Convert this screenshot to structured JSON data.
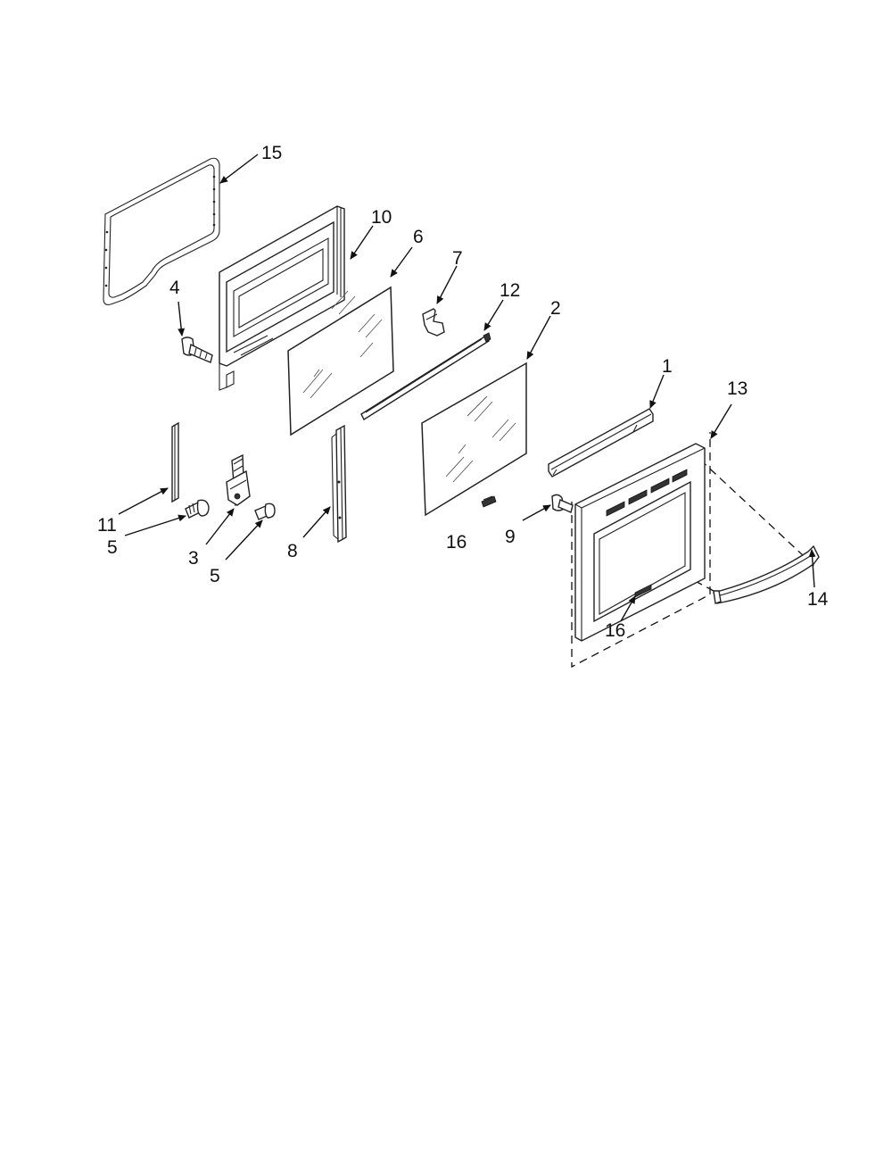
{
  "diagram": {
    "callouts": [
      {
        "id": "c15",
        "label": "15"
      },
      {
        "id": "c10",
        "label": "10"
      },
      {
        "id": "c6",
        "label": "6"
      },
      {
        "id": "c7",
        "label": "7"
      },
      {
        "id": "c12",
        "label": "12"
      },
      {
        "id": "c2",
        "label": "2"
      },
      {
        "id": "c4",
        "label": "4"
      },
      {
        "id": "c1",
        "label": "1"
      },
      {
        "id": "c13",
        "label": "13"
      },
      {
        "id": "c11",
        "label": "11"
      },
      {
        "id": "c5a",
        "label": "5"
      },
      {
        "id": "c3",
        "label": "3"
      },
      {
        "id": "c5b",
        "label": "5"
      },
      {
        "id": "c8",
        "label": "8"
      },
      {
        "id": "c16a",
        "label": "16"
      },
      {
        "id": "c9",
        "label": "9"
      },
      {
        "id": "c14",
        "label": "14"
      },
      {
        "id": "c16b",
        "label": "16"
      }
    ],
    "colors": {
      "line": "#222222",
      "background": "#ffffff"
    }
  }
}
